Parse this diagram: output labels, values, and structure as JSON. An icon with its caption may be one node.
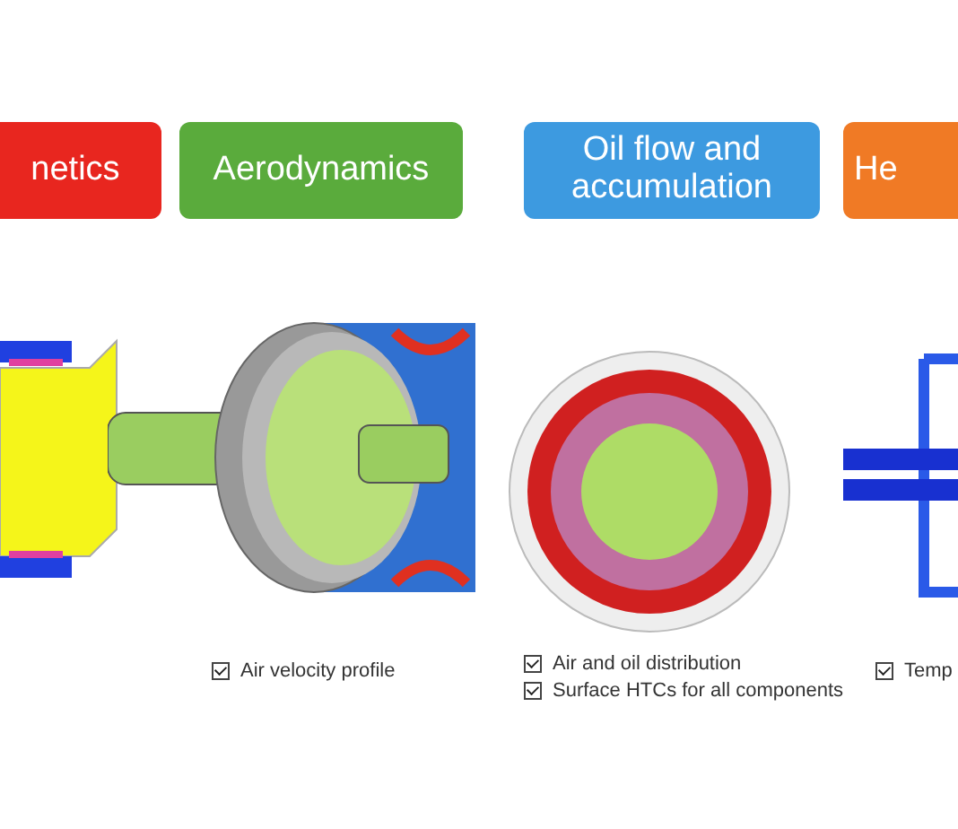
{
  "diagram": {
    "nodes": [
      {
        "text": [
          "netics"
        ]
      },
      {
        "text": [
          "Aerodynamics"
        ]
      },
      {
        "text": [
          "Oil flow and accumulation"
        ]
      },
      {
        "text": [
          "He"
        ]
      }
    ],
    "labels": [
      "Air velocity profile",
      "Air and oil distribution",
      "Surface HTCs for all components",
      "Temp"
    ]
  }
}
